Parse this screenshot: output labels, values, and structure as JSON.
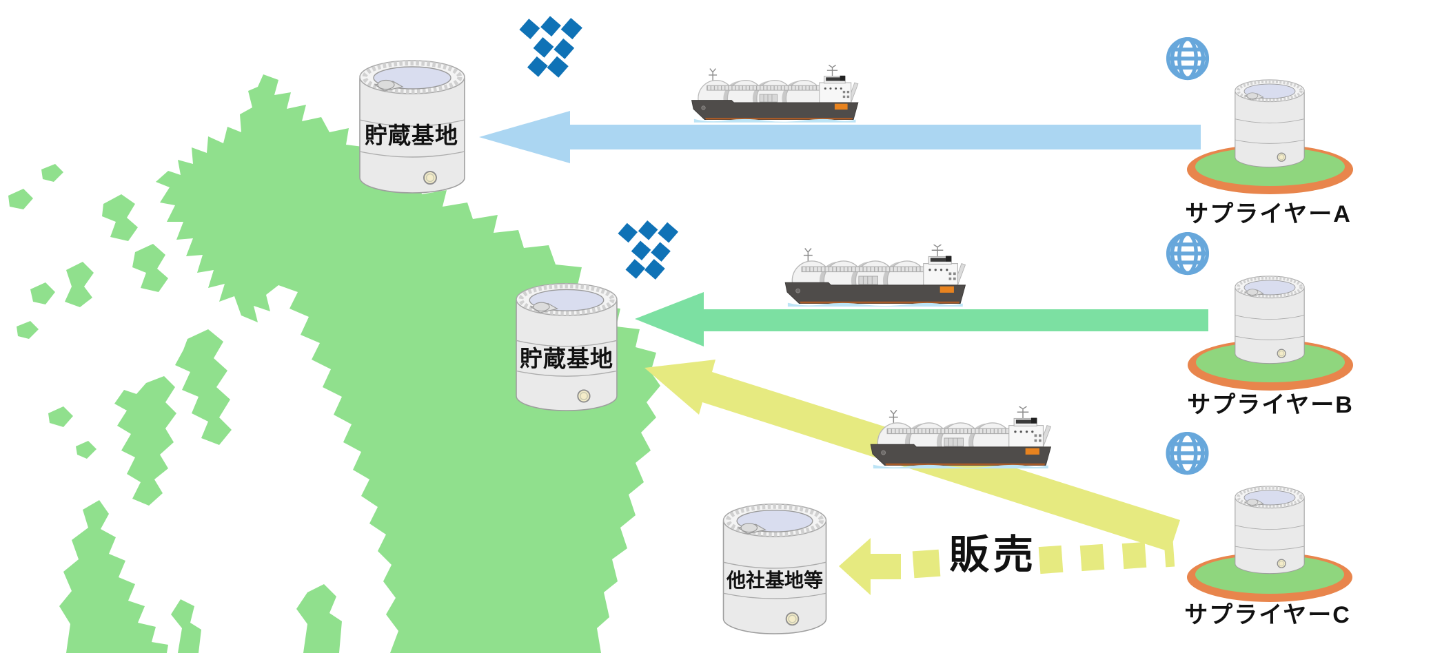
{
  "labels": {
    "storage_base_1": "貯蔵基地",
    "storage_base_2": "貯蔵基地",
    "other_company_base": "他社基地等",
    "supplier_a": "サプライヤーA",
    "supplier_b": "サプライヤーB",
    "supplier_c": "サプライヤーC",
    "sale": "販売"
  },
  "icons": {
    "map": "kyushu-map",
    "tank": "storage-tank-icon",
    "ship": "lng-carrier-ship-icon",
    "globe": "globe-icon",
    "logo": "company-logo-icon",
    "island_disc": "supplier-island-disc"
  },
  "colors": {
    "map_green": "#90E08D",
    "route_blue": "#ABD6F2",
    "route_green": "#7CE0A2",
    "route_yellow": "#E6EA80",
    "disc_green": "#8FD67E",
    "disc_orange": "#E8854C",
    "globe_blue": "#67A7DB",
    "logo_blue": "#0F72B6",
    "ship_hull": "#4F4C4A",
    "tank_gray": "#EAEAEA",
    "label_black": "#111111"
  }
}
